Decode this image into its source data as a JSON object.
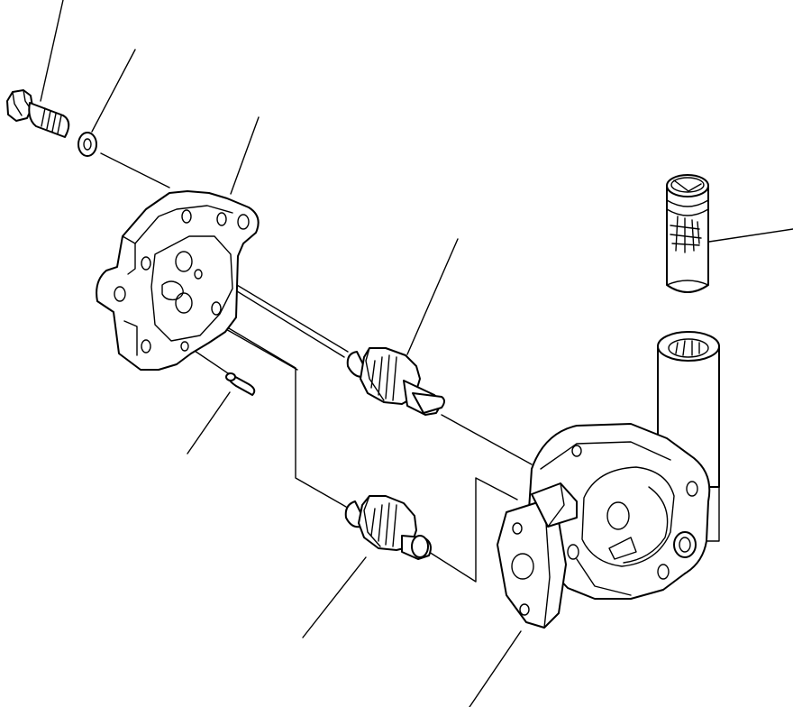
{
  "diagram": {
    "kind": "exploded-parts-view",
    "background_color": "#ffffff",
    "line_color": "#000000",
    "parts": [
      {
        "id": "bolt"
      },
      {
        "id": "washer"
      },
      {
        "id": "cover-plate"
      },
      {
        "id": "dowel-pin"
      },
      {
        "id": "drive-gear"
      },
      {
        "id": "driven-gear"
      },
      {
        "id": "strainer"
      },
      {
        "id": "pump-body"
      }
    ]
  }
}
